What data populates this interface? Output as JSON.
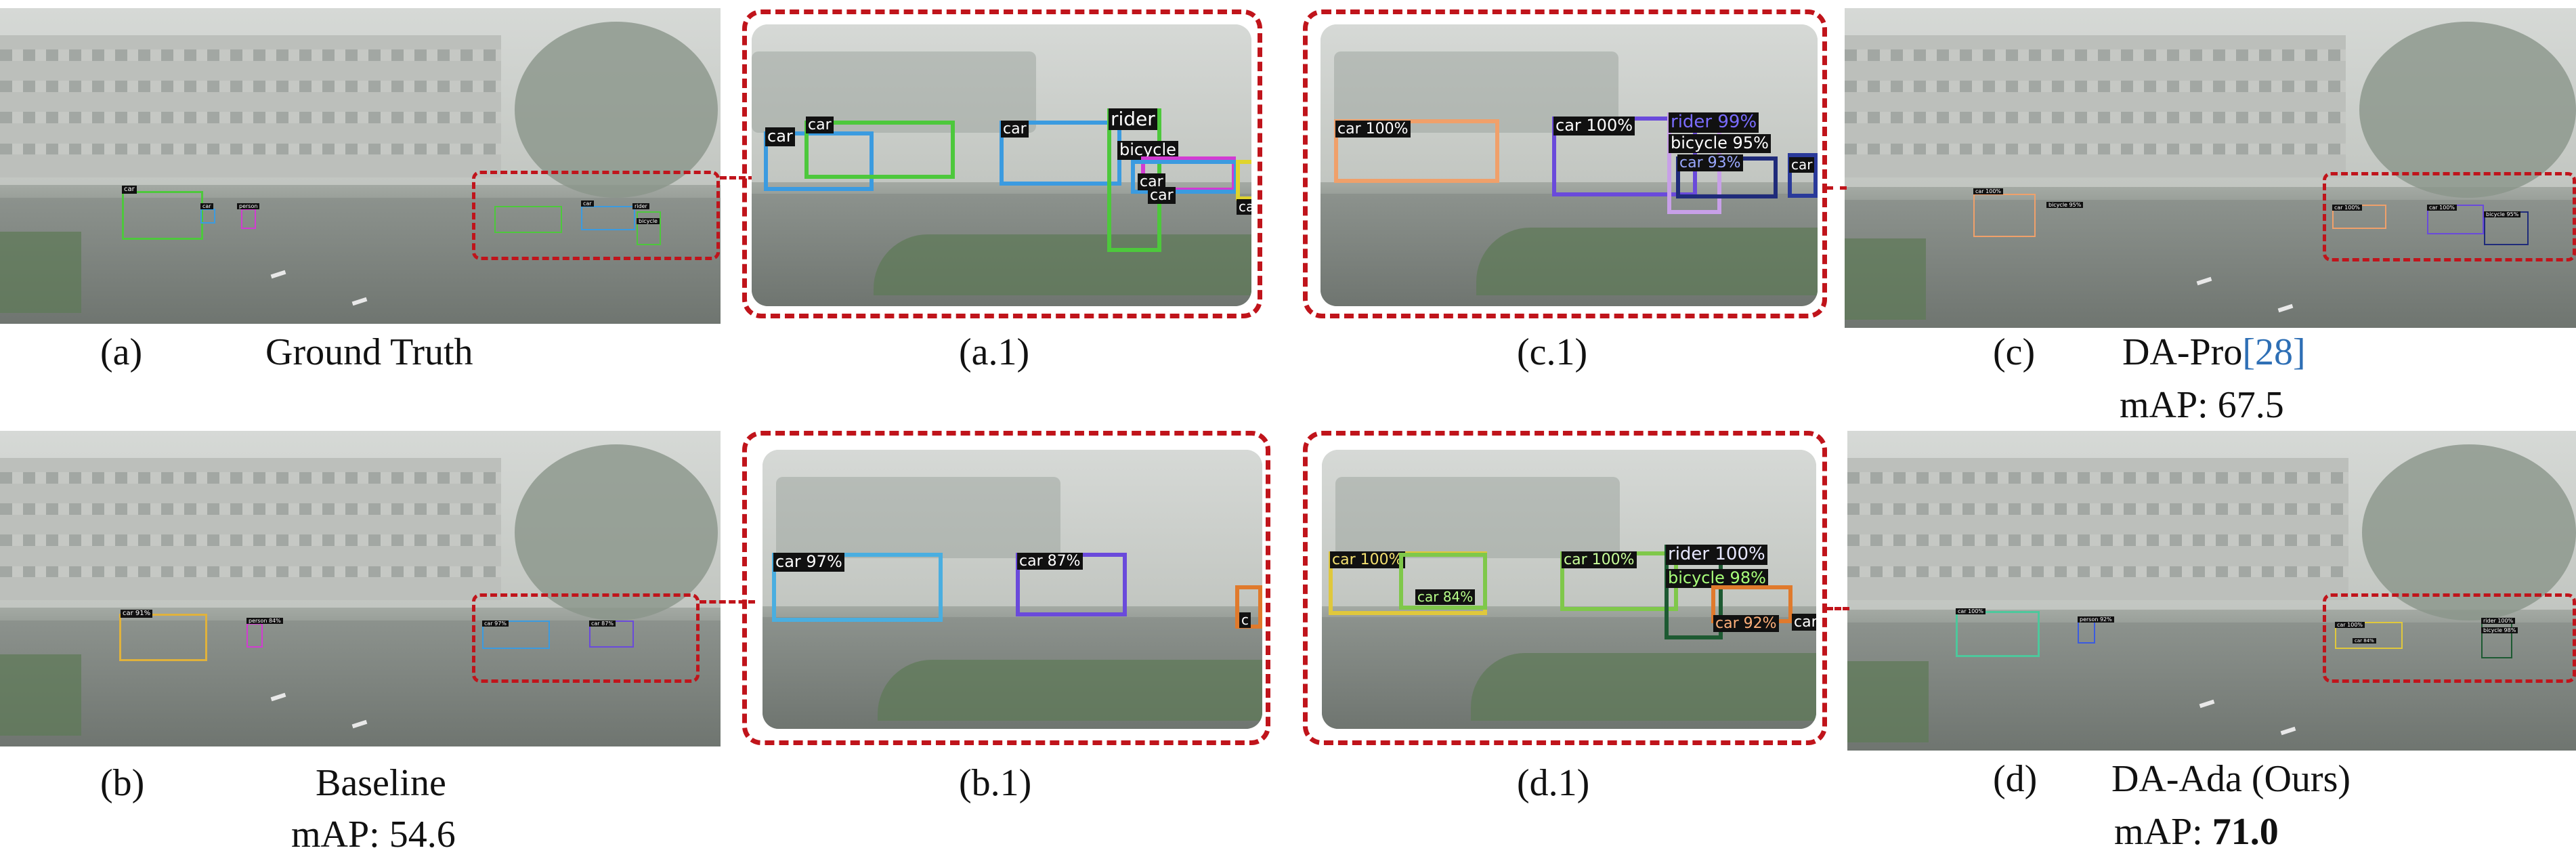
{
  "colors": {
    "highlight_dash": "#c0141b",
    "citation": "#2e6fb5",
    "label_bg": "#111111"
  },
  "panels": {
    "a": {
      "letter": "(a)",
      "title": "Ground Truth"
    },
    "a1": {
      "letter": "(a.1)"
    },
    "c1": {
      "letter": "(c.1)"
    },
    "c": {
      "letter": "(c)",
      "title": "DA-Pro",
      "ref_open": "[",
      "ref_num": "28",
      "ref_close": "]",
      "map_label": "mAP: ",
      "map_value": "67.5"
    },
    "b": {
      "letter": "(b)",
      "title": "Baseline",
      "map_label": "mAP: ",
      "map_value": "54.6"
    },
    "b1": {
      "letter": "(b.1)"
    },
    "d1": {
      "letter": "(d.1)"
    },
    "d": {
      "letter": "(d)",
      "title": "DA-Ada (Ours)",
      "map_label": "mAP: ",
      "map_value": "71.0"
    }
  },
  "labels": {
    "a1": [
      "car",
      "car",
      "car",
      "rider",
      "bicycle",
      "car",
      "car",
      "ca"
    ],
    "c1": [
      "car 100%",
      "car 100%",
      "rider 99%",
      "bicycle 95%",
      "car 93%",
      "car"
    ],
    "b1": [
      "car 97%",
      "car 87%",
      "c"
    ],
    "d1": [
      "car 100%",
      "car 84%",
      "car 100%",
      "rider 100%",
      "bicycle 98%",
      "car 92%",
      "car"
    ],
    "thumb_a": [
      "car",
      "car",
      "person",
      "car",
      "rider",
      "bicycle"
    ],
    "thumb_b": [
      "car 91%",
      "person 84%",
      "car 97%",
      "car 87%"
    ],
    "thumb_c": [
      "car 100%",
      "bicycle 95%",
      "car 100%",
      "car 100%",
      "bicycle 95%"
    ],
    "thumb_d": [
      "car 100%",
      "person 92%",
      "car 100%",
      "car 84%",
      "rider 100%",
      "bicycle 98%"
    ]
  }
}
